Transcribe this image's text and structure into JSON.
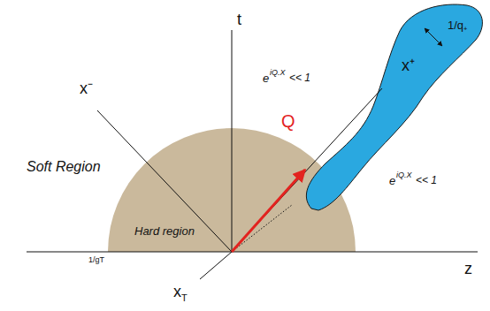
{
  "diagram": {
    "nodes": [
      {
        "text": [
          "Hard region"
        ]
      },
      {
        "text": [
          "x⁺",
          "1/q₊"
        ]
      }
    ],
    "labels": [
      "Soft Region",
      "1/gT",
      "t",
      "z",
      "x⁻",
      "x",
      "T",
      "Q",
      "e",
      "iQ.X",
      "<< 1",
      "e",
      "iQ.X",
      "<< 1"
    ]
  }
}
